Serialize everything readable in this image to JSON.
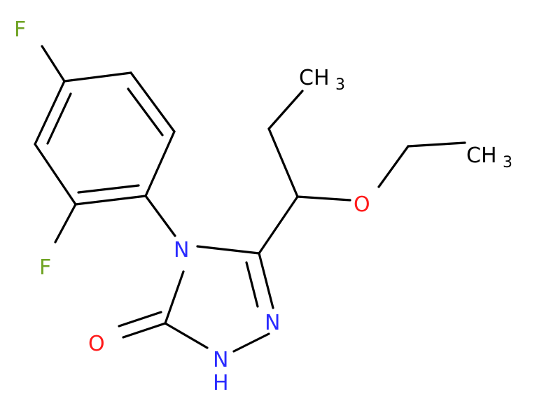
{
  "colors": {
    "fluorine": "#6fa323",
    "nitrogen": "#2a2bff",
    "oxygen": "#ff1a1a",
    "carbon": "#000000"
  },
  "labels": {
    "f_top": "F",
    "f_left": "F",
    "n_ring_4": "N",
    "n_ring_2": "N",
    "nh_n": "N",
    "nh_h": "H",
    "o_carbonyl": "O",
    "o_ether": "O",
    "ch3_top_main": "CH",
    "ch3_top_sub": "3",
    "ch3_right_main": "CH",
    "ch3_right_sub": "3"
  }
}
